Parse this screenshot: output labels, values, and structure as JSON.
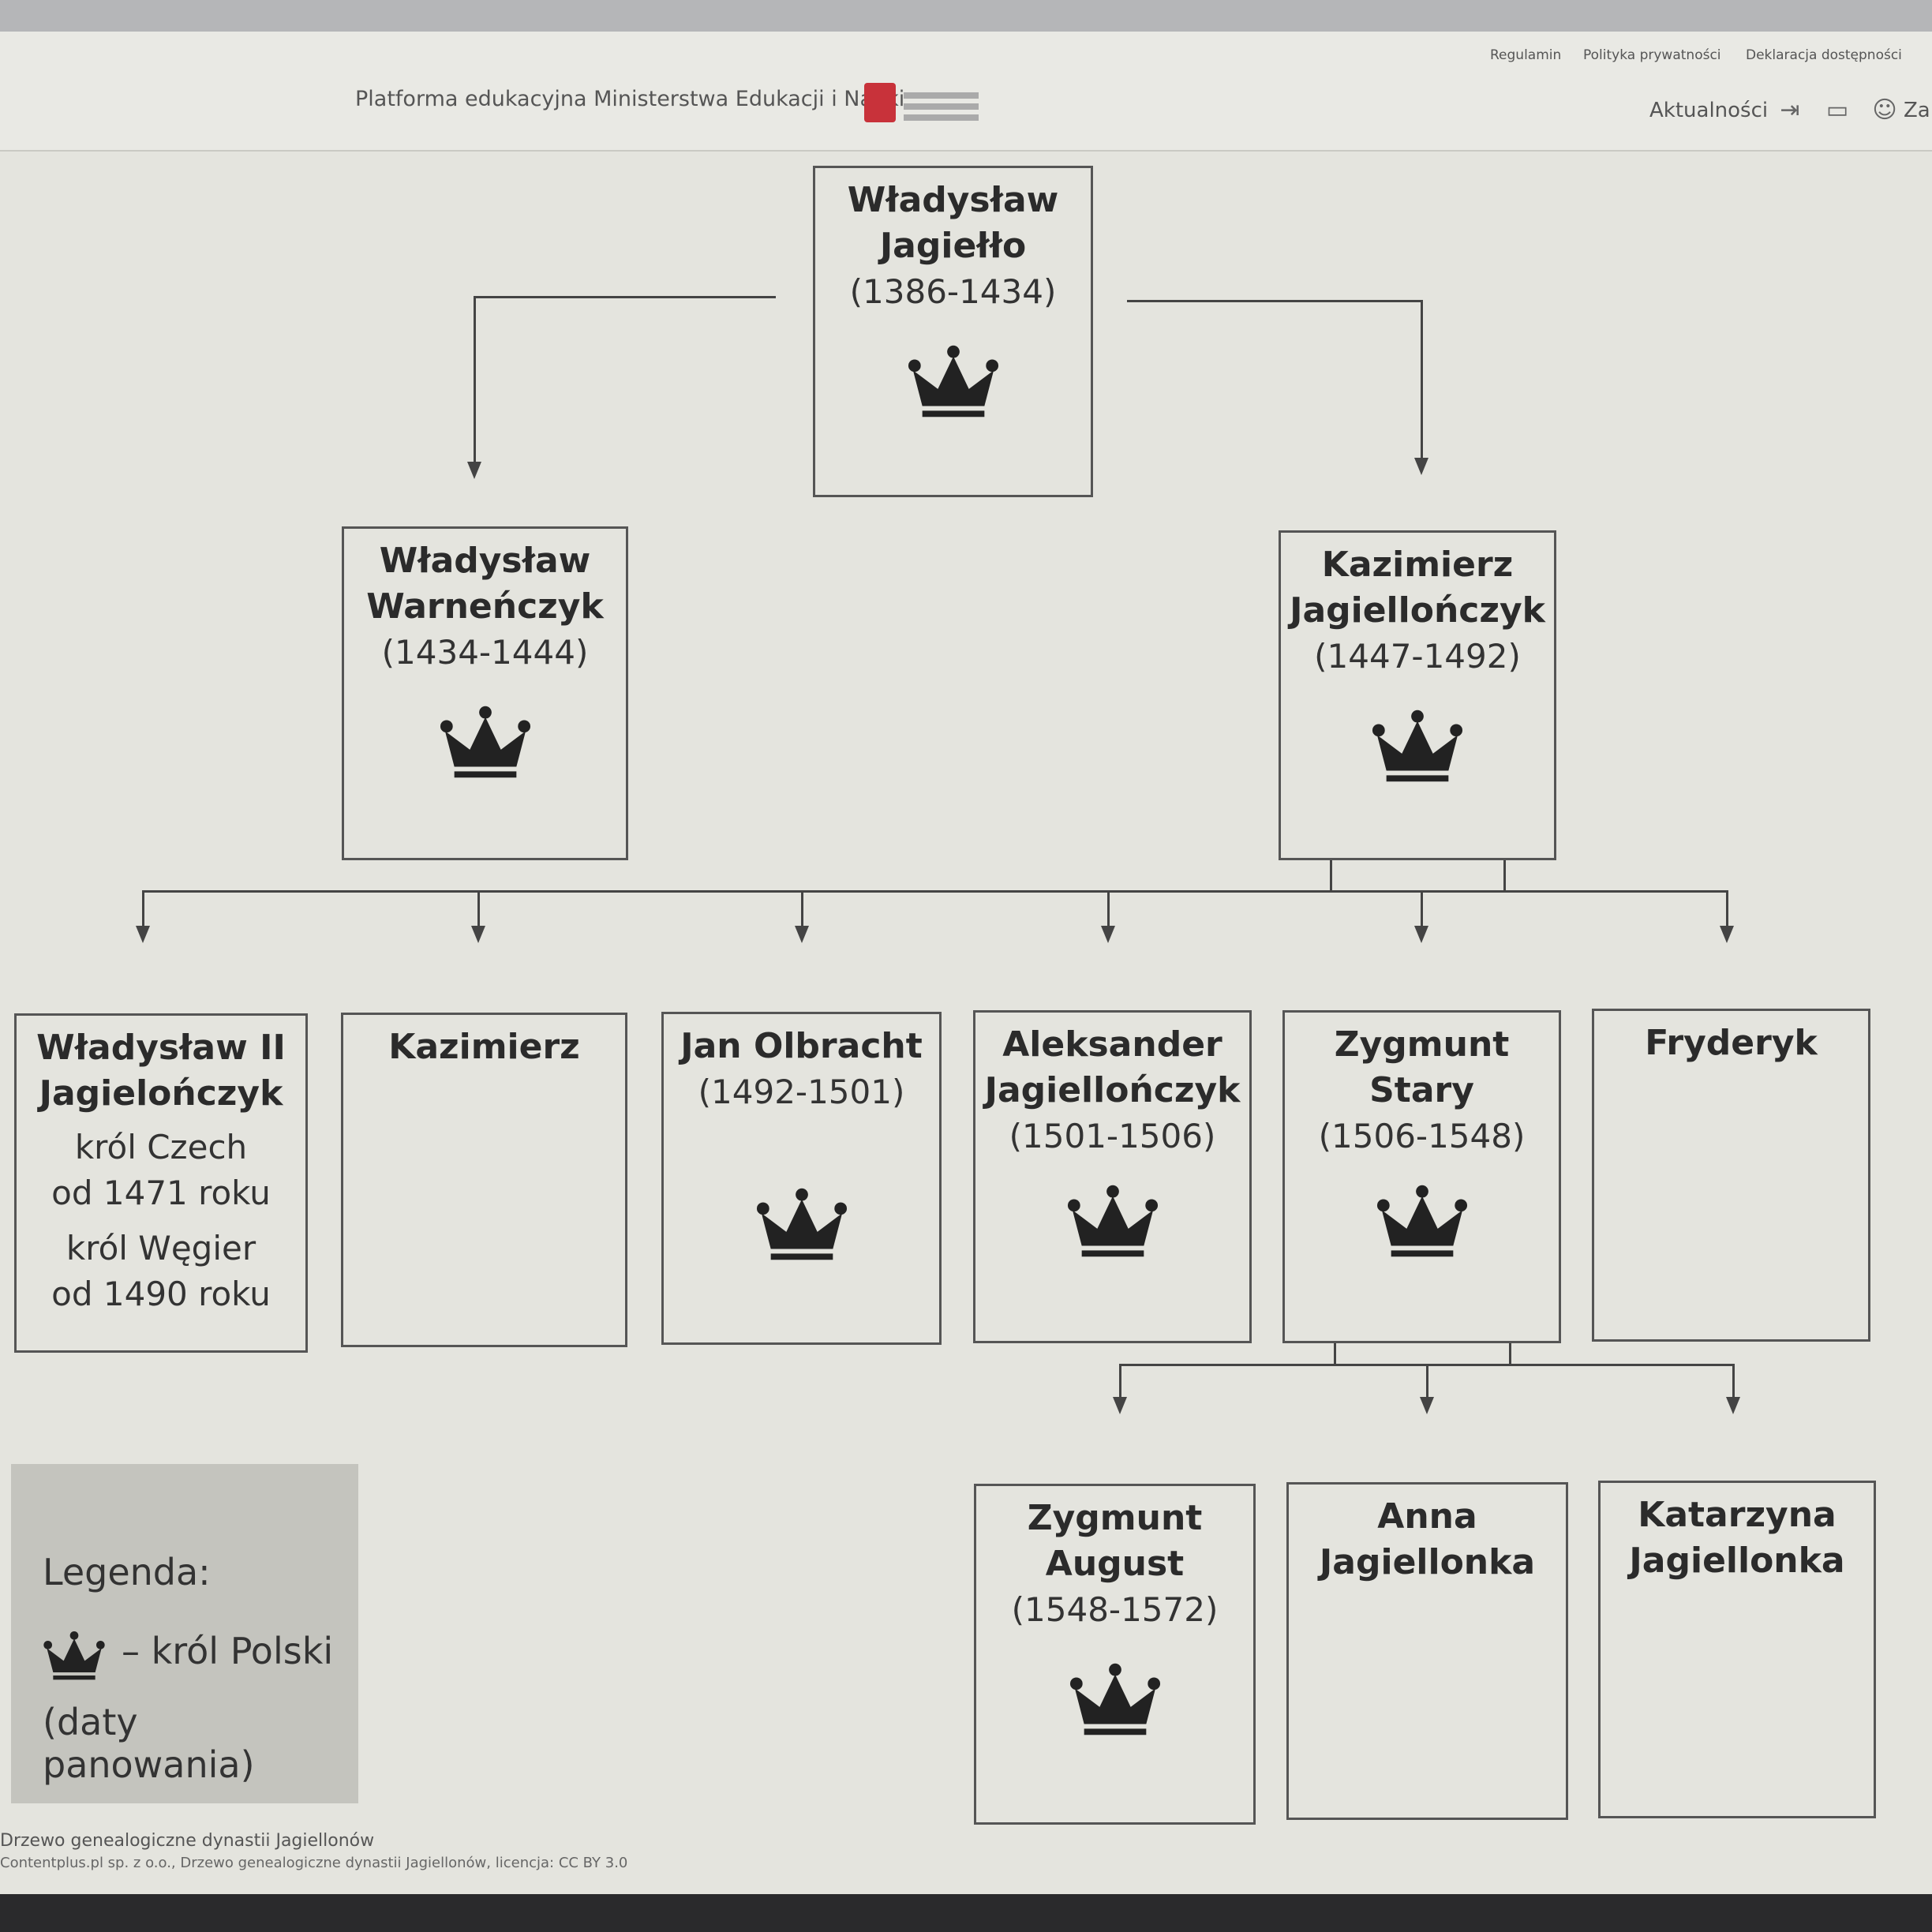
{
  "header": {
    "links": [
      "Regulamin",
      "Polityka prywatności",
      "Deklaracja dostępności"
    ],
    "platform_title": "Platforma edukacyjna Ministerstwa Edukacji i Nauki",
    "news_label": "Aktualności",
    "login_label": "Zal"
  },
  "tree": {
    "jagiello": {
      "name": "Władysław\nJagiełło",
      "dates": "(1386-1434)"
    },
    "warnenczyk": {
      "name": "Władysław\nWarneńczyk",
      "dates": "(1434-1444)"
    },
    "kazimierz_j": {
      "name": "Kazimierz\nJagiellończyk",
      "dates": "(1447-1492)"
    },
    "wladyslaw2": {
      "name": "Władysław II\nJagielończyk",
      "note1": "król Czech\nod 1471 roku",
      "note2": "król Węgier\nod 1490 roku"
    },
    "kazimierz": {
      "name": "Kazimierz"
    },
    "olbracht": {
      "name": "Jan Olbracht",
      "dates": "(1492-1501)"
    },
    "aleksander": {
      "name": "Aleksander\nJagiellończyk",
      "dates": "(1501-1506)"
    },
    "zygmunt_stary": {
      "name": "Zygmunt\nStary",
      "dates": "(1506-1548)"
    },
    "fryderyk": {
      "name": "Fryderyk"
    },
    "zygmunt_august": {
      "name": "Zygmunt\nAugust",
      "dates": "(1548-1572)"
    },
    "anna": {
      "name": "Anna\nJagiellonka"
    },
    "katarzyna": {
      "name": "Katarzyna\nJagiellonka"
    }
  },
  "legend": {
    "title": "Legenda:",
    "crown_label": "– król Polski",
    "dates_label": "(daty panowania)"
  },
  "caption": "Drzewo genealogiczne dynastii Jagiellonów",
  "credit": "Contentplus.pl sp. z o.o., Drzewo genealogiczne dynastii Jagiellonów, licencja: CC BY 3.0",
  "colors": {
    "box_border": "#555555",
    "legend_bg": "#c4c4be",
    "background": "#e4e4de"
  }
}
